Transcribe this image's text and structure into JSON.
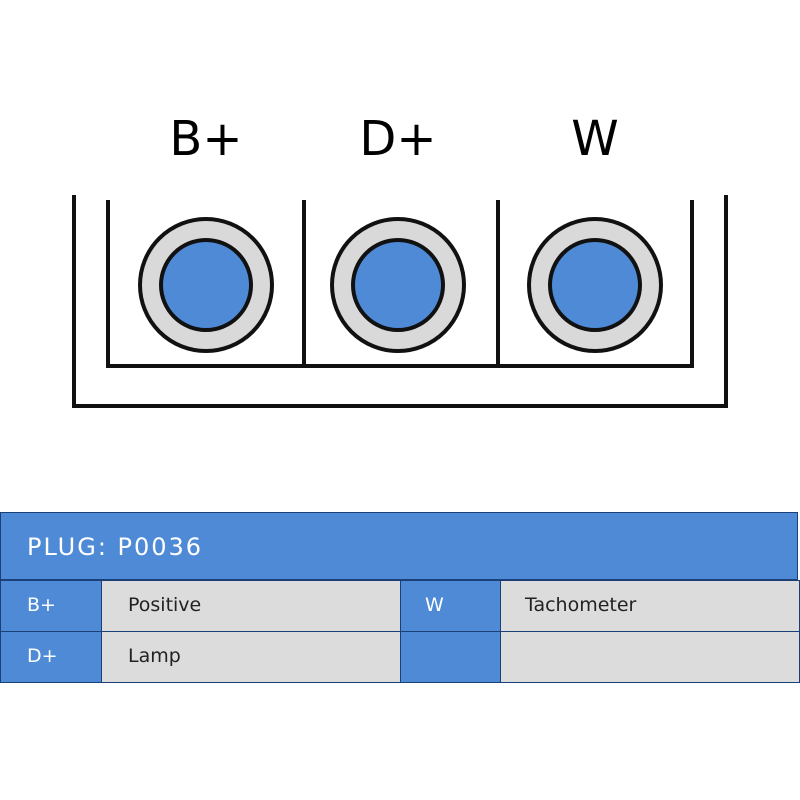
{
  "pins": [
    {
      "label": "B+"
    },
    {
      "label": "D+"
    },
    {
      "label": "W"
    }
  ],
  "table": {
    "title": "PLUG: P0036",
    "rows": [
      {
        "code1": "B+",
        "desc1": "Positive",
        "code2": "W",
        "desc2": "Tachometer"
      },
      {
        "code1": "D+",
        "desc1": "Lamp",
        "code2": "",
        "desc2": ""
      }
    ]
  },
  "colors": {
    "accent": "#4f8ad6",
    "outline": "#1b3f77",
    "pin_fill": "#4f8ad6",
    "ring_fill": "#d9d9d9",
    "cell_gray": "#dcdcdc"
  }
}
